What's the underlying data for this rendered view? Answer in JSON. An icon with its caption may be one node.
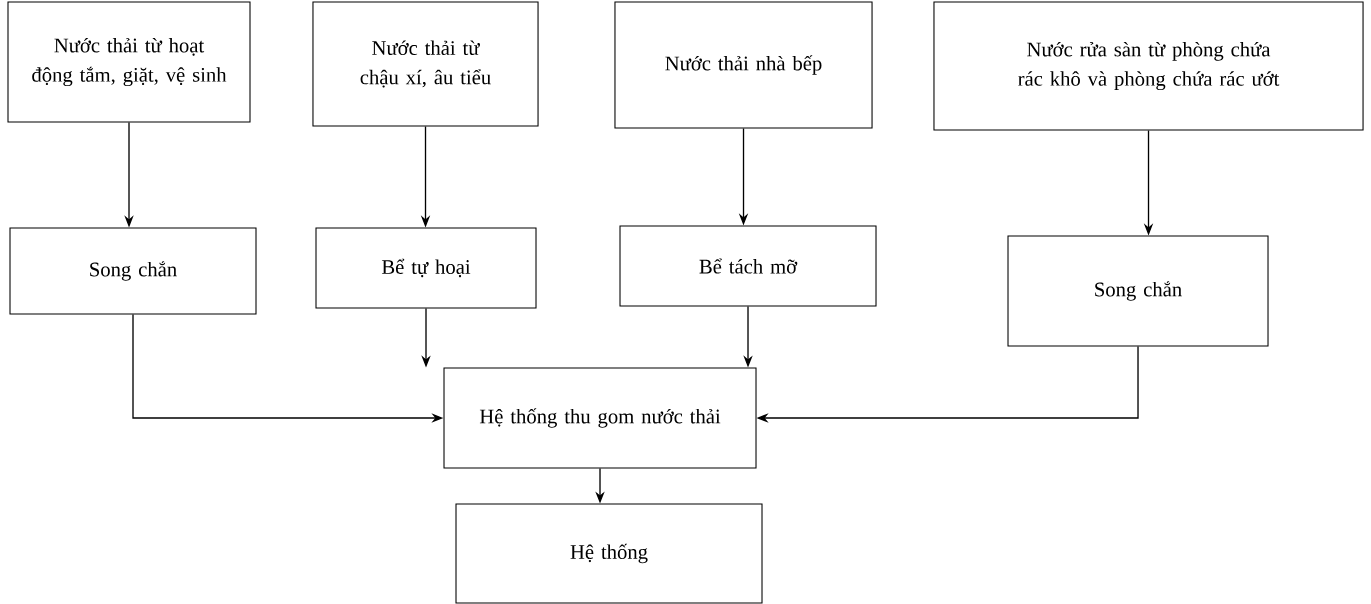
{
  "diagram": {
    "nodes": [
      {
        "text": [
          "Nước thải từ hoạt động tắm, giặt, vệ sinh"
        ]
      },
      {
        "text": [
          "Nước thải từ chậu xí, âu tiểu"
        ]
      },
      {
        "text": [
          "Nước thải nhà bếp"
        ]
      },
      {
        "text": [
          "Nước rửa sàn từ phòng chứa rác khô và phòng chứa rác ướt"
        ]
      },
      {
        "text": [
          "Song chắn"
        ]
      },
      {
        "text": [
          "Bể tự hoại"
        ]
      },
      {
        "text": [
          "Bể tách mỡ"
        ]
      },
      {
        "text": [
          "Song chắn"
        ]
      },
      {
        "text": [
          "Hệ thống thu gom nước thải"
        ]
      },
      {
        "text": [
          "Hệ thống"
        ]
      }
    ],
    "edges": [
      {
        "from": 0,
        "to": 4,
        "arrow": "to"
      },
      {
        "from": 1,
        "to": 5,
        "arrow": "to"
      },
      {
        "from": 2,
        "to": 6,
        "arrow": "to"
      },
      {
        "from": 3,
        "to": 7,
        "arrow": "to"
      },
      {
        "from": 4,
        "to": 8,
        "arrow": "to"
      },
      {
        "from": 5,
        "to": 8,
        "arrow": "to"
      },
      {
        "from": 6,
        "to": 8,
        "arrow": "to"
      },
      {
        "from": 7,
        "to": 8,
        "arrow": "to"
      },
      {
        "from": 8,
        "to": 9,
        "arrow": "to"
      }
    ]
  }
}
